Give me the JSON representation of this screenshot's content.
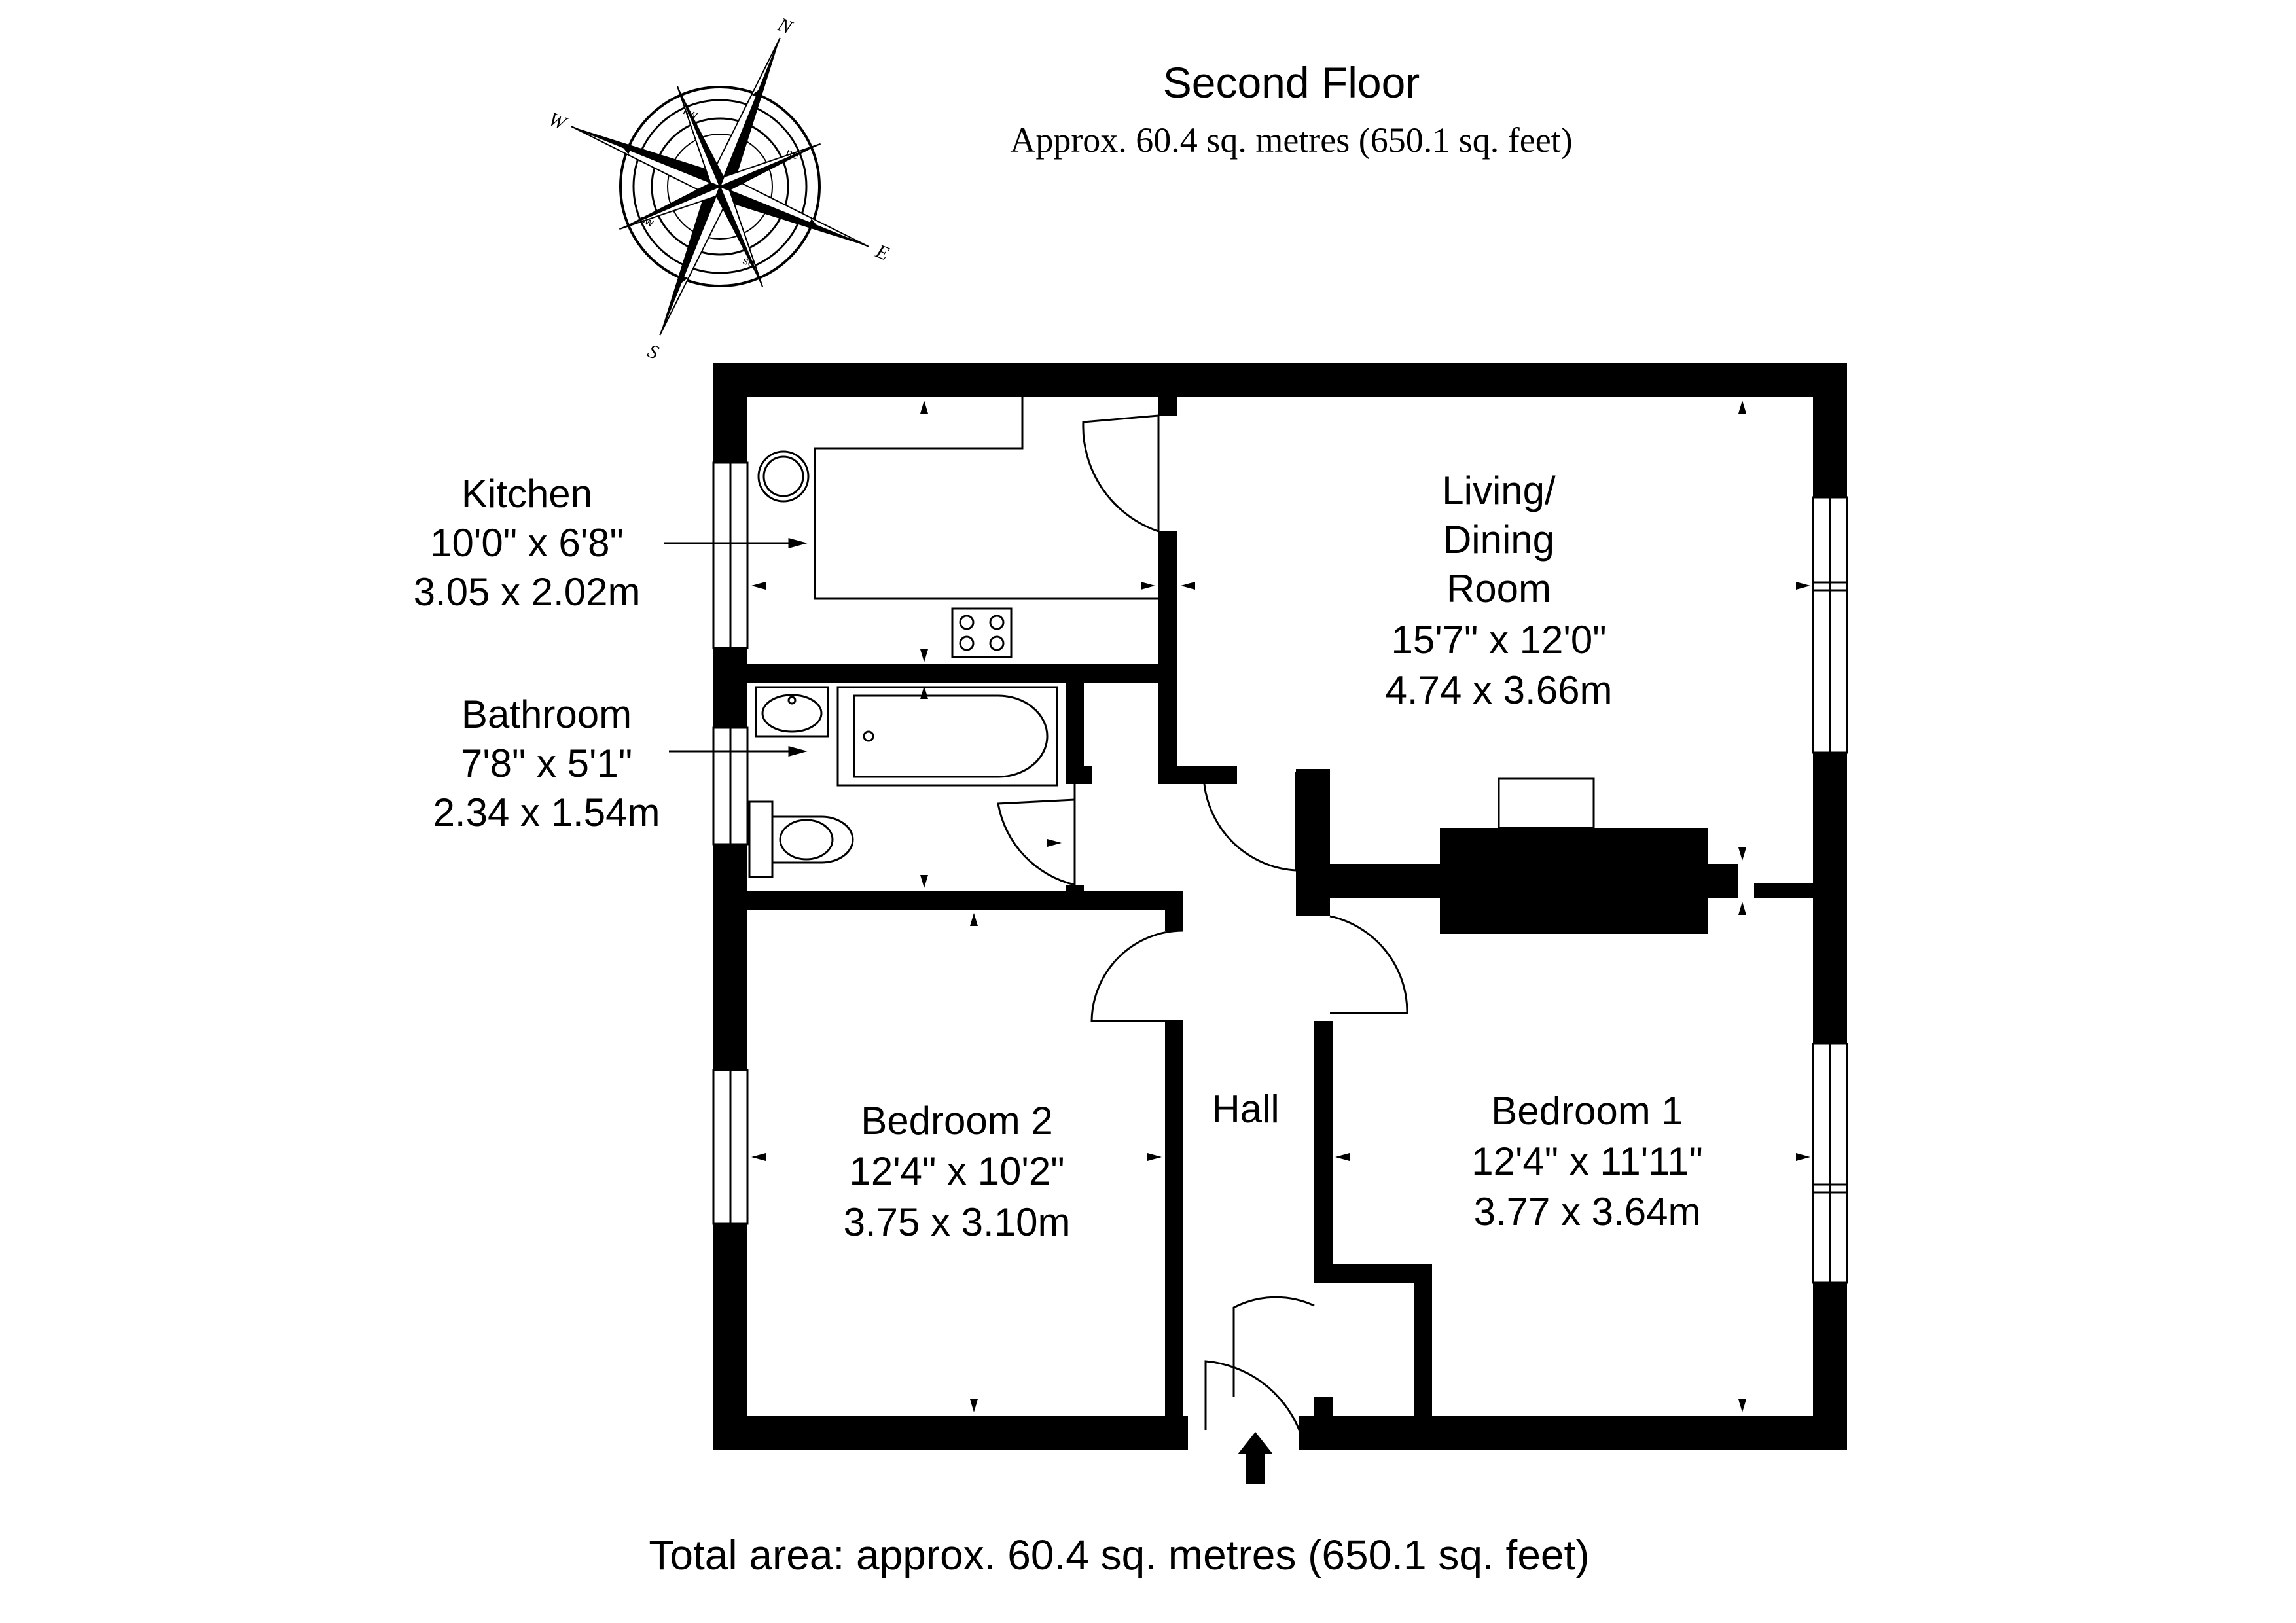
{
  "header": {
    "title": "Second Floor",
    "subtitle": "Approx. 60.4 sq. metres (650.1 sq. feet)"
  },
  "rooms": {
    "kitchen": {
      "name": "Kitchen",
      "imperial": "10'0\" x 6'8\"",
      "metric": "3.05 x 2.02m"
    },
    "bathroom": {
      "name": "Bathroom",
      "imperial": "7'8\" x 5'1\"",
      "metric": "2.34 x 1.54m"
    },
    "living": {
      "name_line1": "Living/",
      "name_line2": "Dining",
      "name_line3": "Room",
      "imperial": "15'7\" x 12'0\"",
      "metric": "4.74 x 3.66m"
    },
    "bedroom2": {
      "name": "Bedroom 2",
      "imperial": "12'4\" x 10'2\"",
      "metric": "3.75 x 3.10m"
    },
    "bedroom1": {
      "name": "Bedroom 1",
      "imperial": "12'4\" x 11'11\"",
      "metric": "3.77 x 3.64m"
    },
    "hall": {
      "name": "Hall"
    }
  },
  "compass": {
    "n": "N",
    "e": "E",
    "s": "S",
    "w": "W",
    "ne": "ne",
    "se": "se",
    "sw": "sw",
    "nw": "nw"
  },
  "footer": {
    "total": "Total area: approx. 60.4 sq. metres (650.1 sq. feet)"
  },
  "colors": {
    "wall": "#000000",
    "background": "#ffffff",
    "line": "#000000"
  }
}
